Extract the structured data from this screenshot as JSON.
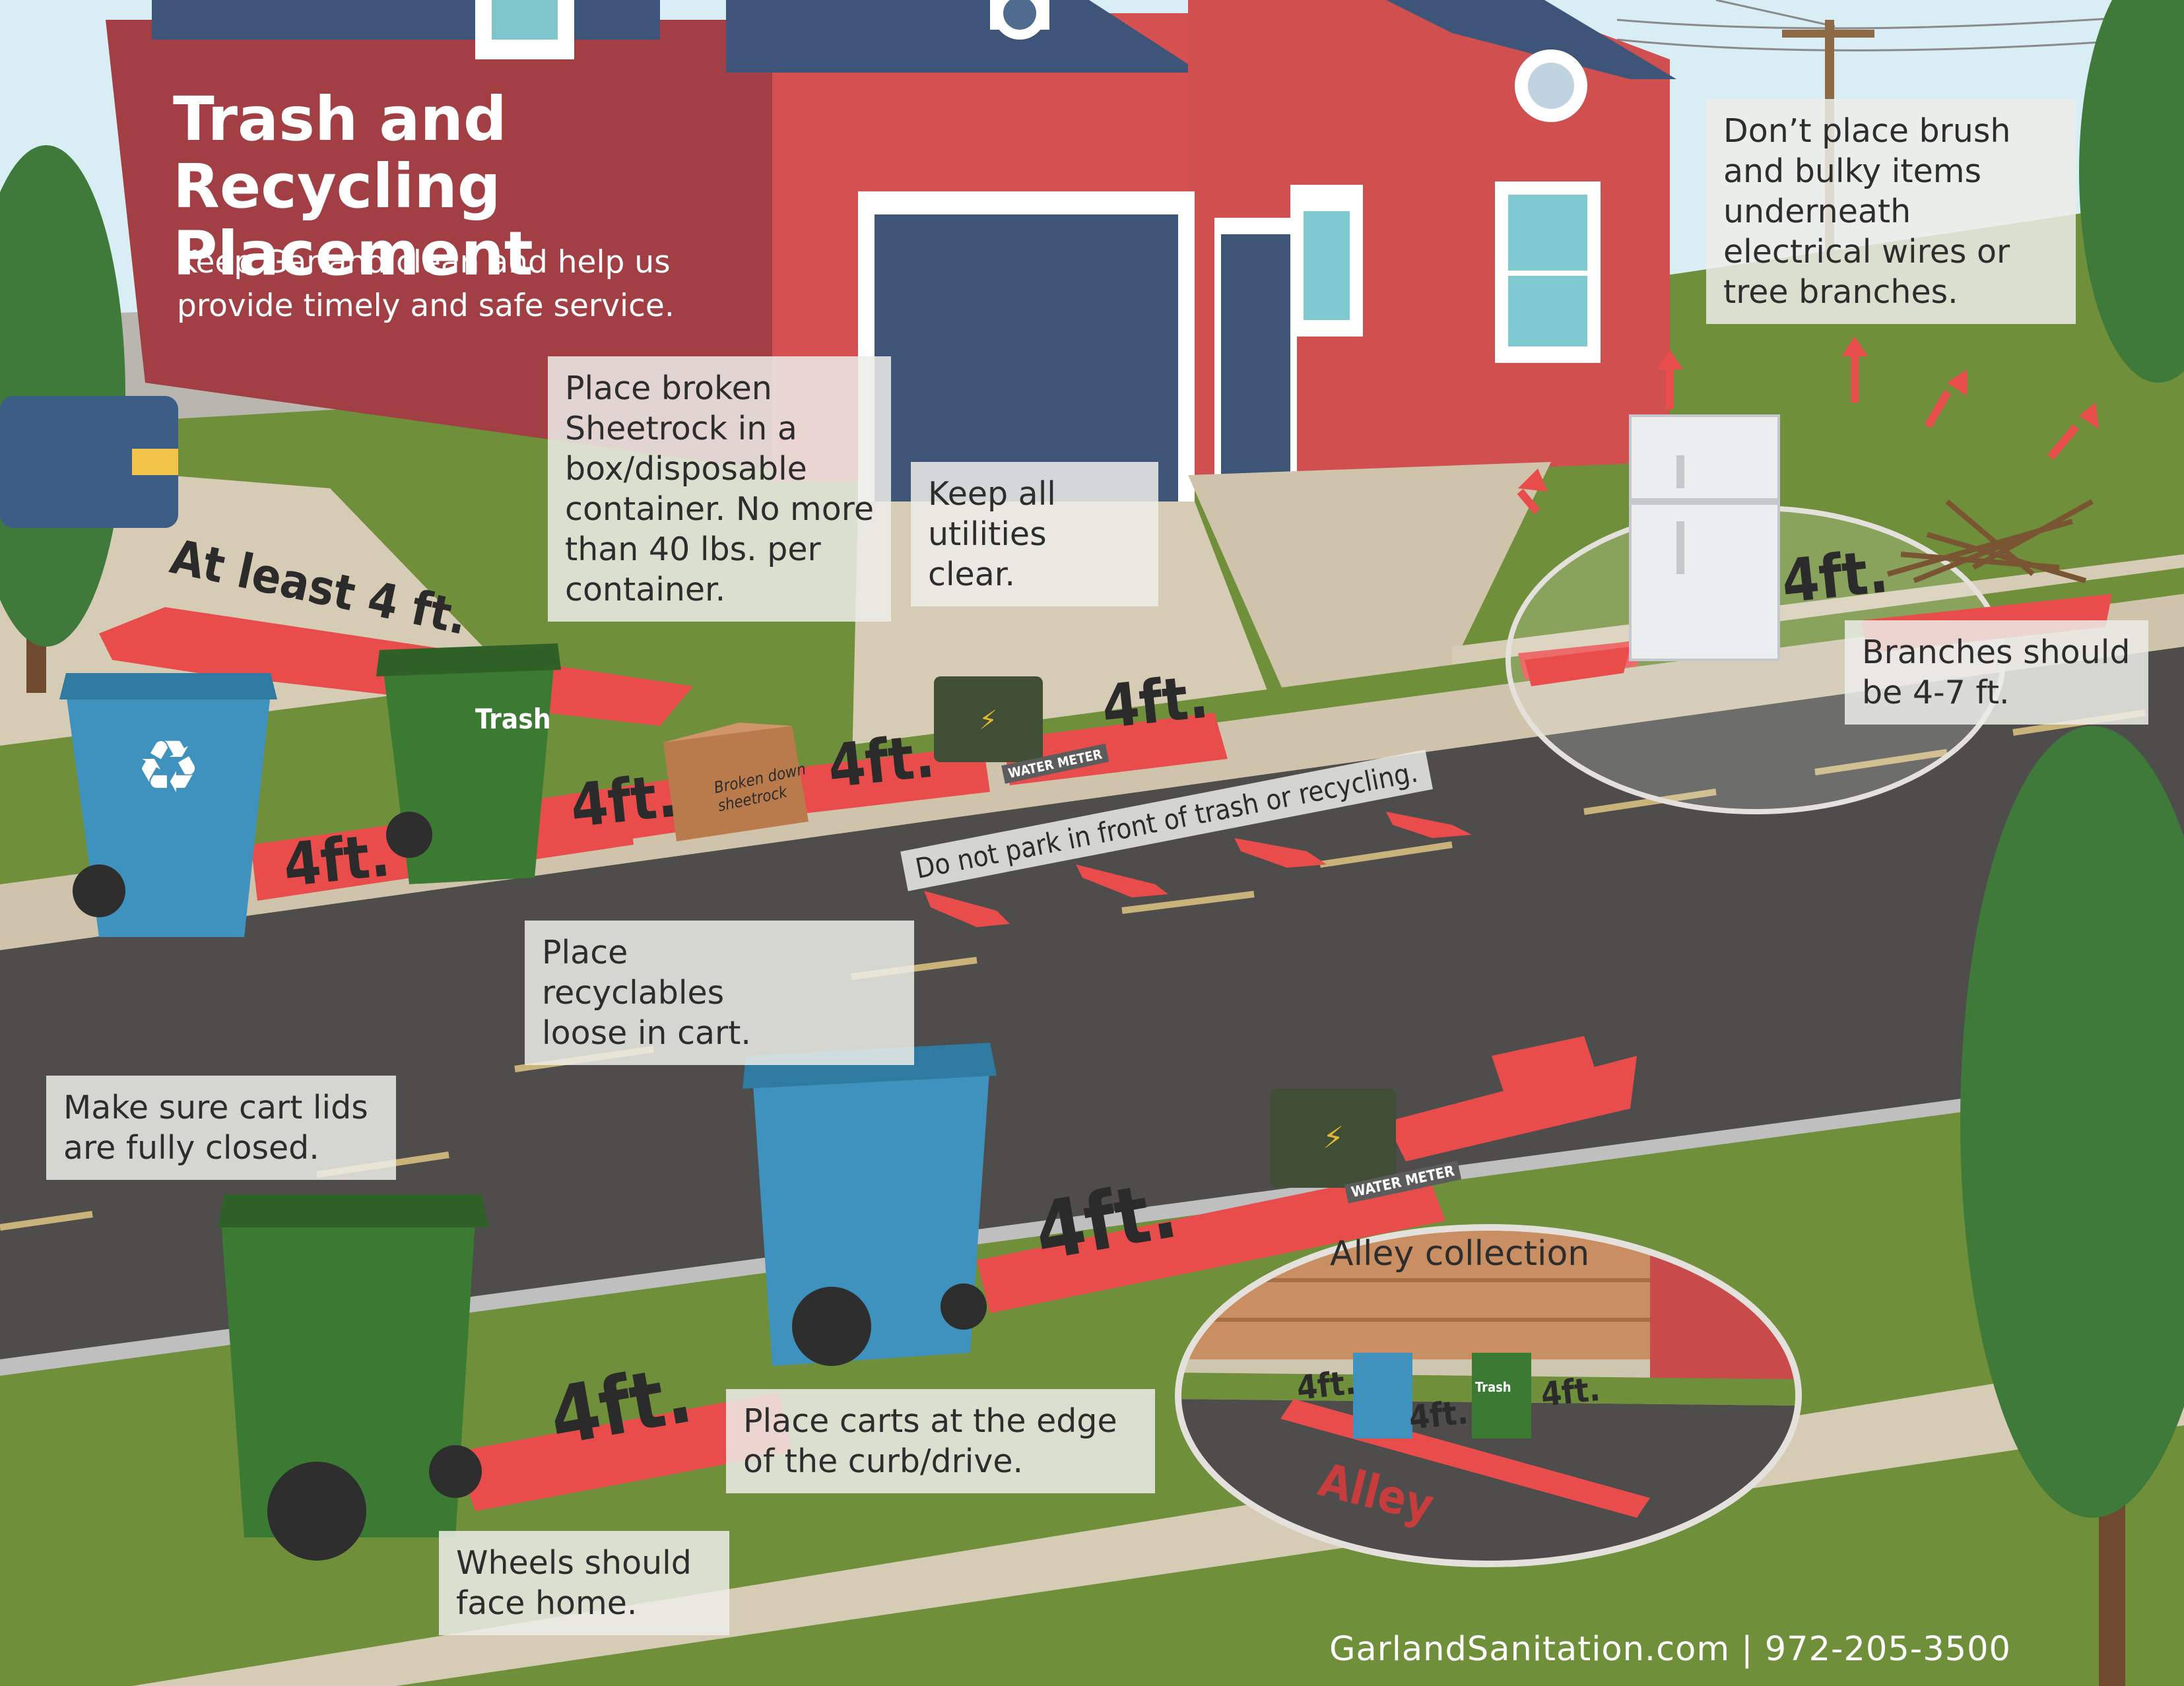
{
  "header": {
    "title_line1": "Trash and Recycling",
    "title_line2": "Placement",
    "subtitle_line1": "Keep Garland clean and help us",
    "subtitle_line2": "provide timely and safe service."
  },
  "callouts": {
    "brush": [
      "Don’t place brush",
      "and bulky items",
      "underneath",
      "electrical wires or",
      "tree branches."
    ],
    "sheetrock": [
      "Place broken",
      "Sheetrock in a",
      "box/disposable",
      "container. No more",
      "than 40 lbs. per",
      "container."
    ],
    "utilities": [
      "Keep all",
      "utilities clear."
    ],
    "branches": [
      "Branches should",
      "be 4-7 ft."
    ],
    "recyclables": [
      "Place",
      "recyclables",
      "loose in cart."
    ],
    "lids": [
      "Make sure cart lids",
      "are fully closed."
    ],
    "curb": [
      "Place carts at the edge",
      "of the curb/drive."
    ],
    "wheels": [
      "Wheels should",
      "face home."
    ],
    "alley": "Alley collection"
  },
  "street_labels": {
    "at_least": "At least 4 ft.",
    "four_ft": "4ft.",
    "four_ft_spaced": "4 ft.",
    "no_park": "Do not park in front of trash or recycling.",
    "box_label_1": "Broken down",
    "box_label_2": "sheetrock",
    "water_meter_1": "WATER",
    "water_meter_2": "METER",
    "trash_cart": "Trash",
    "alley_road": "Alley"
  },
  "footer": {
    "website": "GarlandSanitation.com",
    "separator": "|",
    "phone": "972-205-3500"
  },
  "colors": {
    "house": "#d6504f",
    "house_dark": "#a33f43",
    "roof": "#3d5478",
    "grass": "#6f8f3a",
    "sidewalk": "#d6cbb5",
    "street": "#4f4f4f",
    "red_zone": "#ea4d4c",
    "blue_cart": "#3f92bd",
    "green_cart": "#3b7a33",
    "sky": "#d8ecf5"
  }
}
